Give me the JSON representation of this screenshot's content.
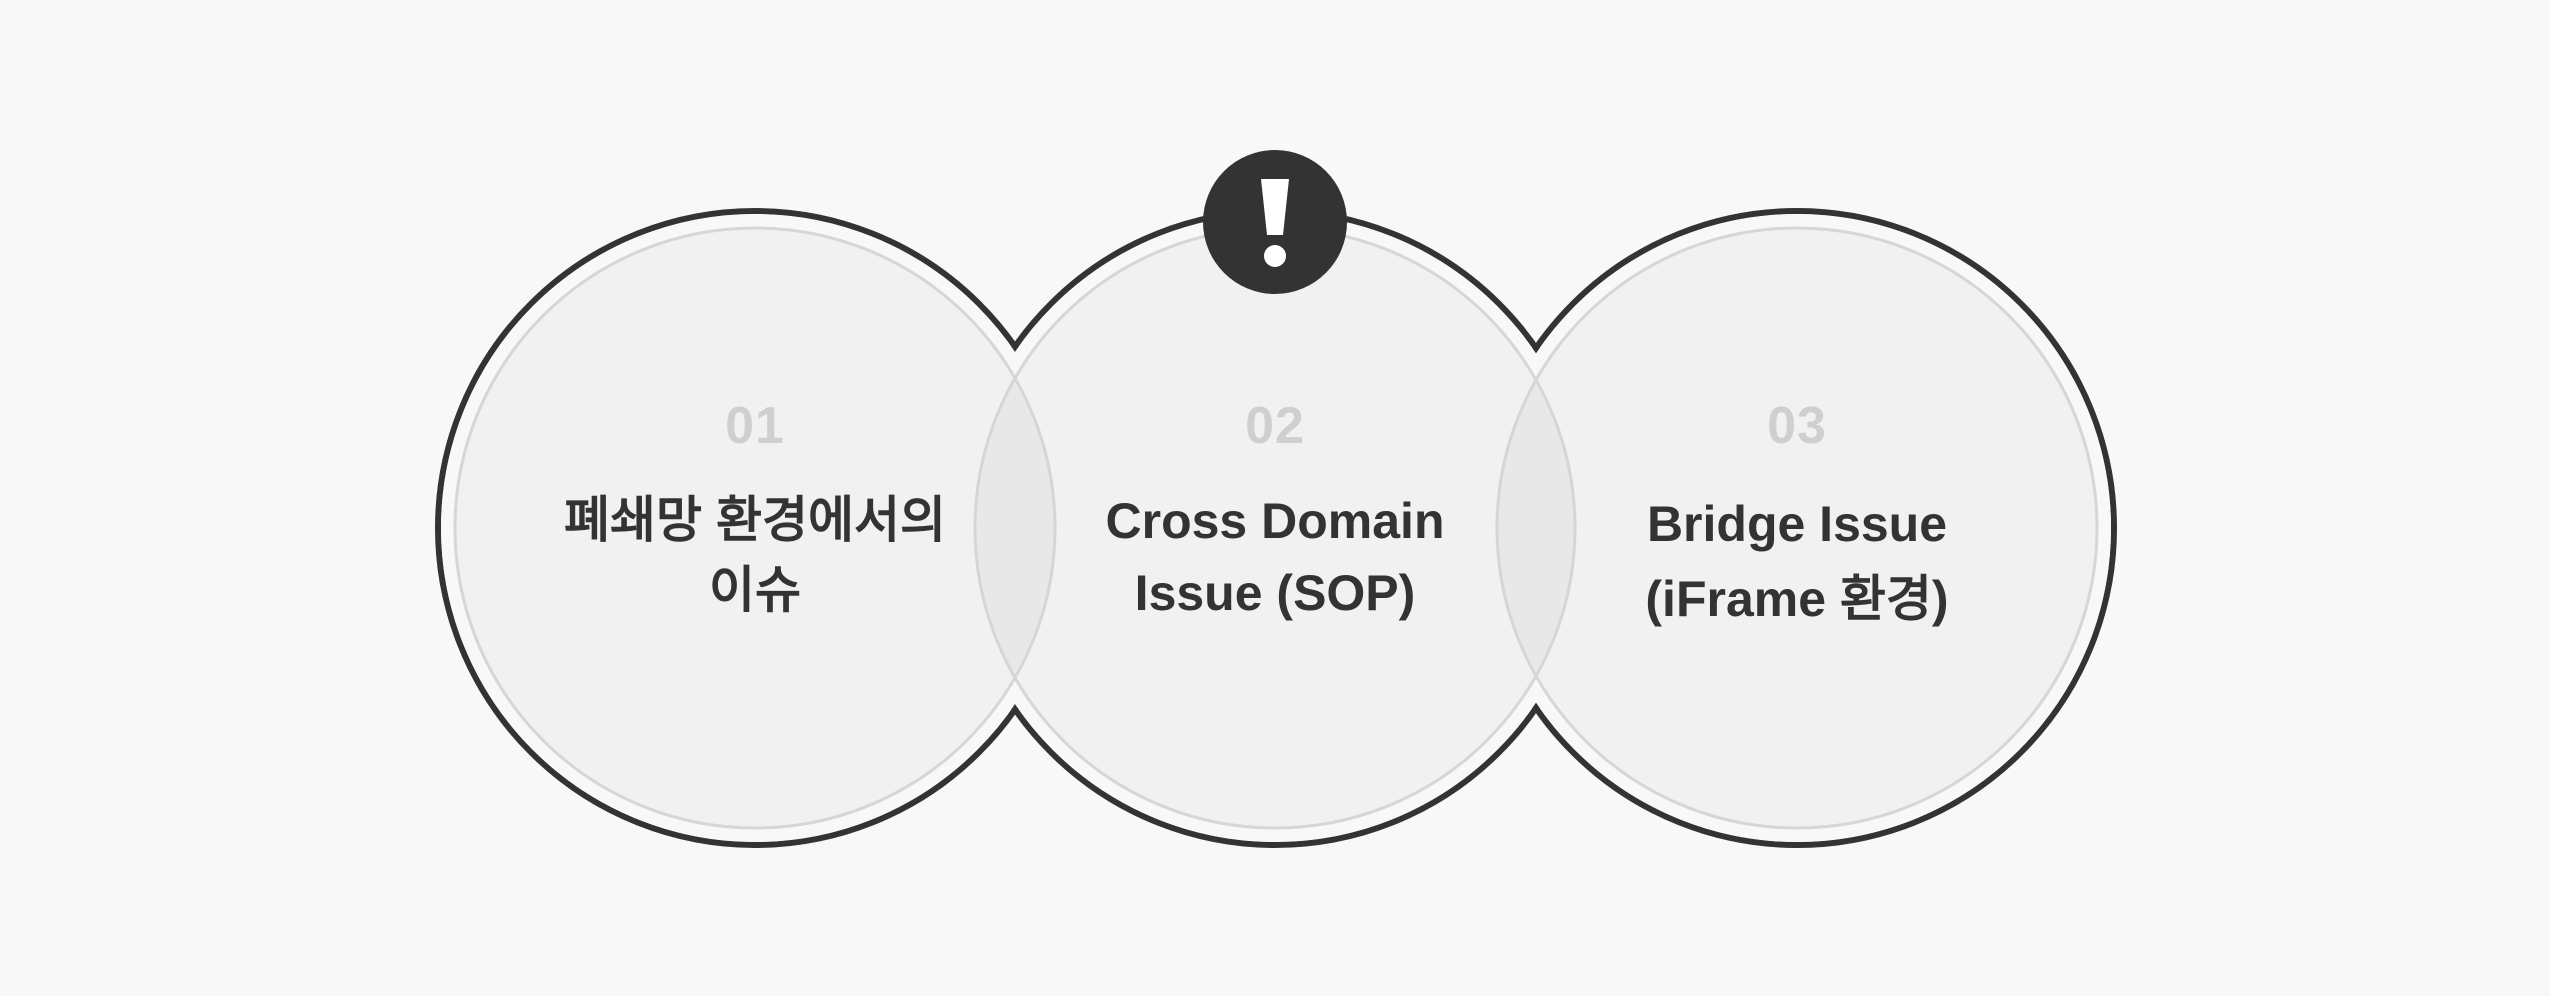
{
  "items": [
    {
      "number": "01",
      "label_lines": [
        "폐쇄망 환경에서의",
        "이슈"
      ]
    },
    {
      "number": "02",
      "label_lines": [
        "Cross Domain",
        "Issue (SOP)"
      ]
    },
    {
      "number": "03",
      "label_lines": [
        "Bridge Issue",
        "(iFrame 환경)"
      ]
    }
  ],
  "alert_badge": {
    "icon": "exclamation-icon",
    "glyph": "!"
  },
  "colors": {
    "background": "#f8f8f8",
    "circle_fill": "#f1f1f1",
    "overlap_fill": "#e8e8e8",
    "inner_ring": "#d6d6d6",
    "outer_outline": "#333333",
    "number_text": "#cfcfcf",
    "label_text": "#333333",
    "badge_fill": "#333333"
  }
}
